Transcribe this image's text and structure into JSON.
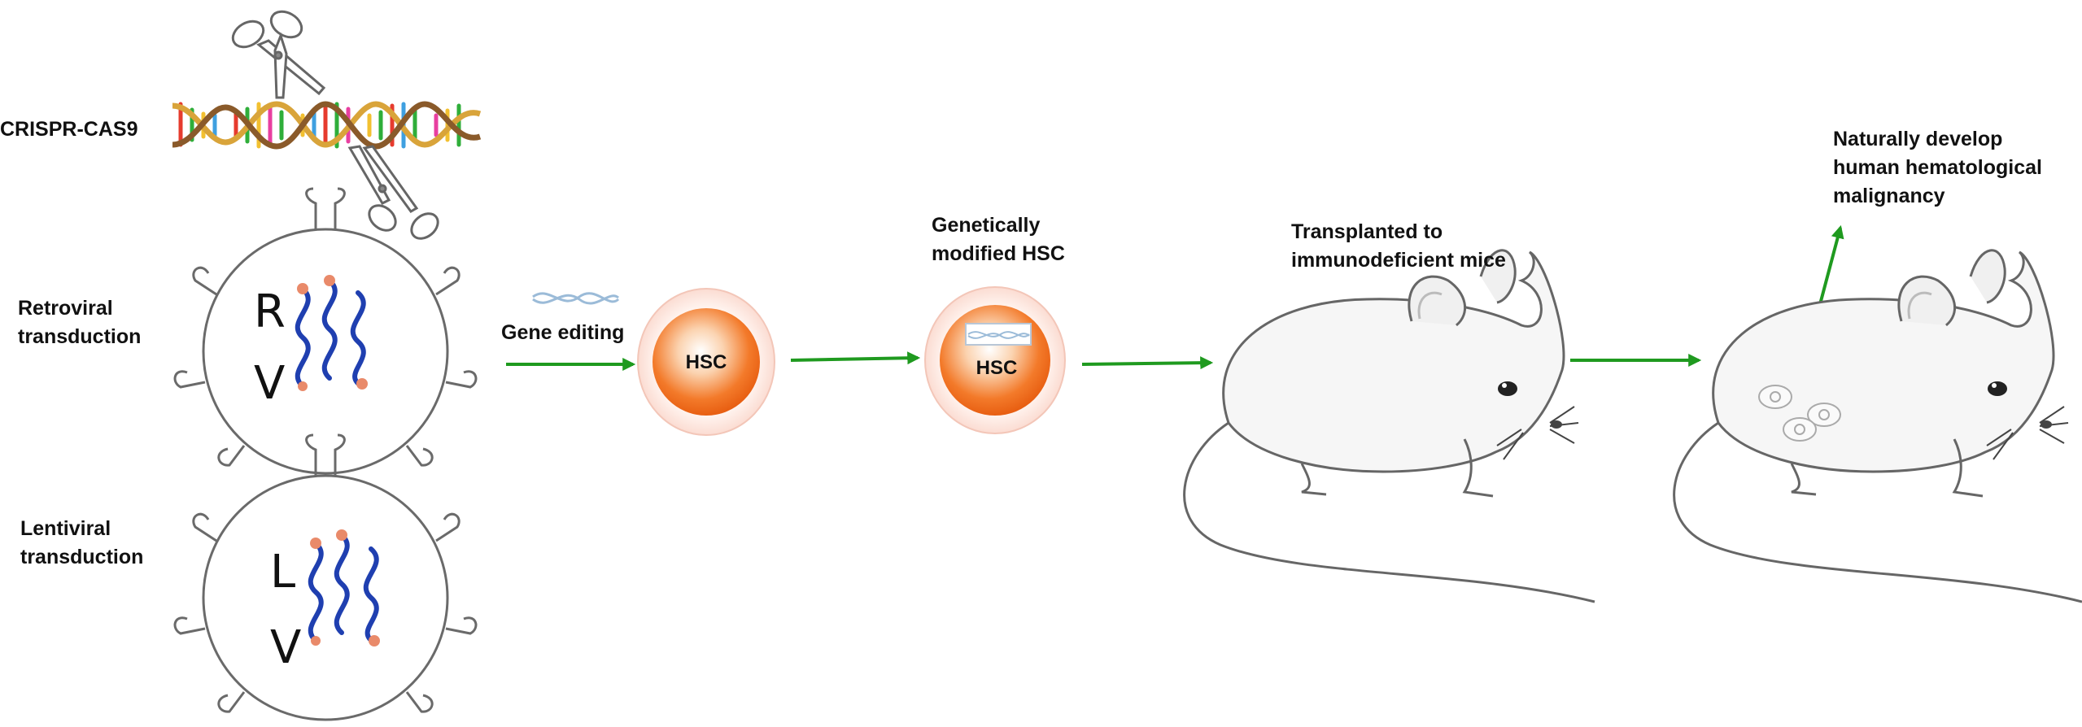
{
  "labels": {
    "crispr": "CRISPR-CAS9",
    "retroviral": [
      "Retroviral",
      "transduction"
    ],
    "lentiviral": [
      "Lentiviral",
      "transduction"
    ],
    "gene_editing": "Gene editing",
    "gen_modified": [
      "Genetically",
      "modified HSC"
    ],
    "transplanted": [
      "Transplanted to",
      "immunodeficient mice"
    ],
    "develop": [
      "Naturally develop",
      "human hematological",
      "malignancy"
    ]
  },
  "virus_letters": {
    "retro_top": "R",
    "retro_bottom": "V",
    "lenti_top": "L",
    "lenti_bottom": "V"
  },
  "cells": {
    "hsc1": "HSC",
    "hsc2": "HSC"
  },
  "colors": {
    "arrow": "#1f9a1f",
    "rna": "#1f3fb0",
    "cell_core": "#f26a1b",
    "cell_halo": "#fde6df",
    "outline": "#6a6a6a"
  }
}
